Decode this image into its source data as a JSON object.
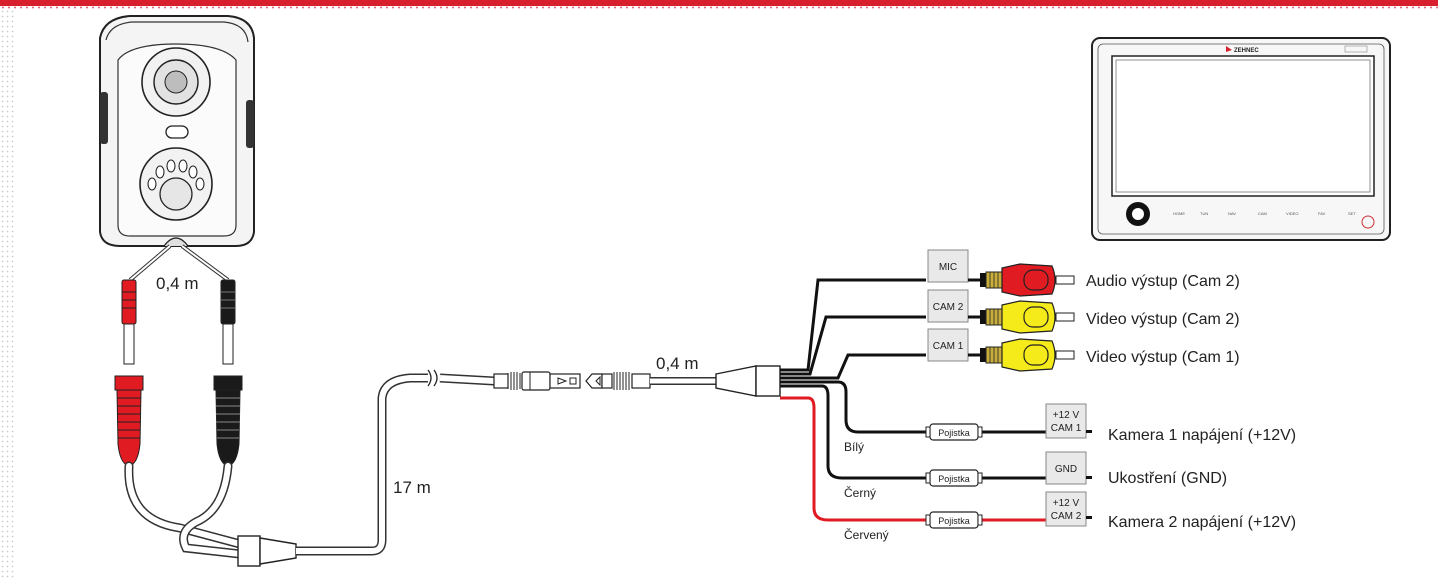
{
  "measurements": {
    "camera_lead": "0,4 m",
    "main_cable": "17 m",
    "adapter_lead": "0,4 m"
  },
  "connector_tags": {
    "mic": "MIC",
    "cam2": "CAM 2",
    "cam1": "CAM 1",
    "gnd": "GND",
    "v12": "+12 V",
    "v12_cam1": "CAM 1",
    "v12_cam2": "CAM 2"
  },
  "outputs": {
    "audio_cam2": "Audio výstup (Cam 2)",
    "video_cam2": "Video výstup (Cam 2)",
    "video_cam1": "Video výstup (Cam 1)",
    "power_cam1": "Kamera 1 napájení (+12V)",
    "ground": "Ukostření (GND)",
    "power_cam2": "Kamera 2 napájení (+12V)"
  },
  "wire_colors": {
    "white": "Bílý",
    "black": "Černý",
    "red": "Červený"
  },
  "fuse_label": "Pojistka",
  "monitor": {
    "brand": "ZEHNEC",
    "buttons": [
      "HOME",
      "TUN",
      "NAV",
      "CAM",
      "VIDEO",
      "FAV",
      "SET"
    ]
  },
  "colors": {
    "red": "#e11b22",
    "yellow": "#f5ea1a",
    "brass": "#c7ad3b",
    "black": "#111111",
    "gray_tag": "#e9e9e9",
    "accent": "#d71f2e"
  }
}
